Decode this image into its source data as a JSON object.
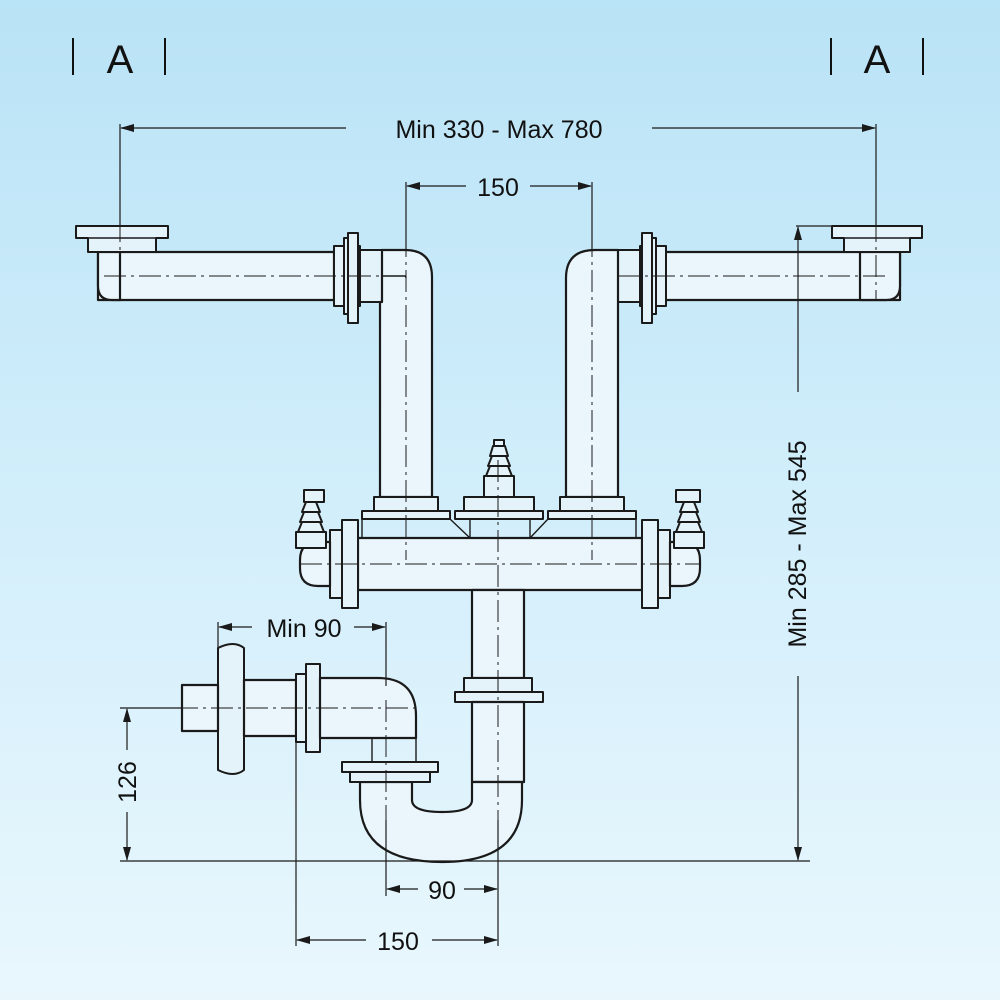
{
  "section_marks": {
    "left": "A",
    "right": "A"
  },
  "dimensions": {
    "overall_width": "Min 330 - Max 780",
    "inlet_spacing": "150",
    "overall_height": "Min 285 - Max 545",
    "trap_offset_min": "Min 90",
    "outlet_height": "126",
    "trap_width": "90",
    "outlet_to_trap": "150"
  }
}
